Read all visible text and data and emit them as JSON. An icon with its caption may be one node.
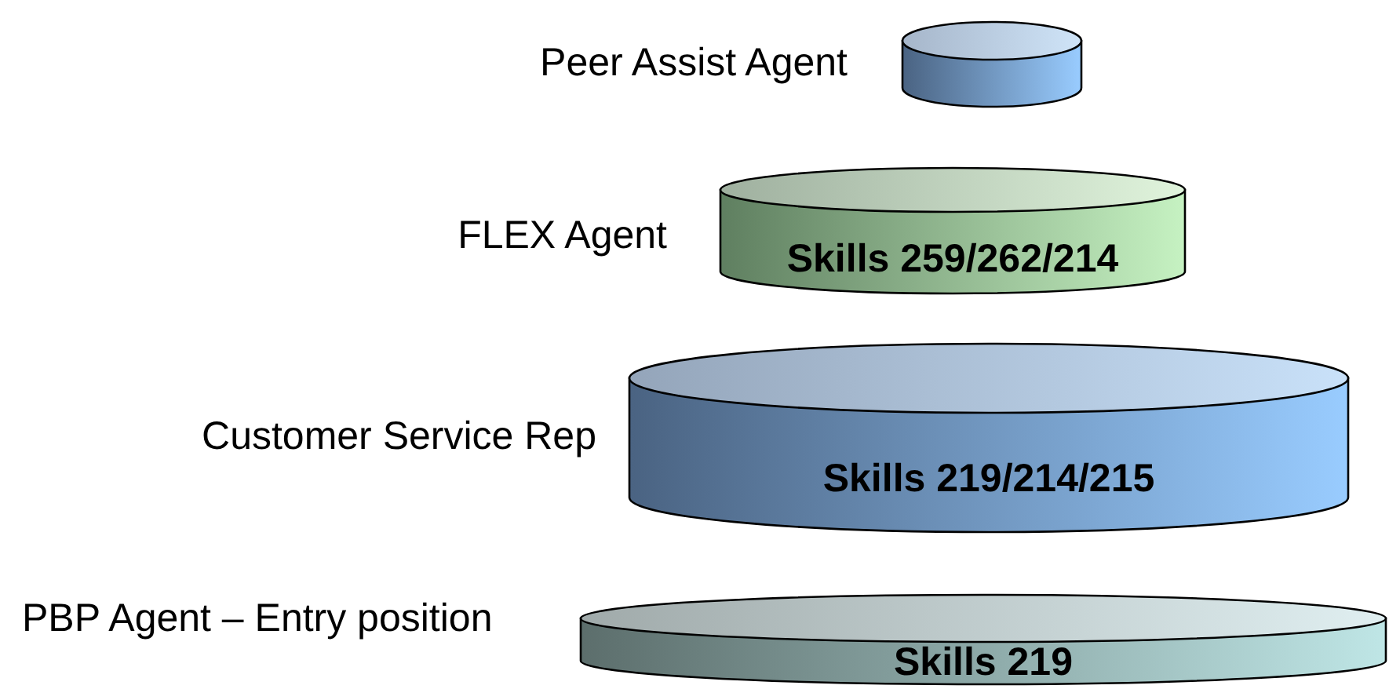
{
  "diagram": {
    "nodes": [
      {
        "text": [
          "Peer Assist Agent"
        ]
      },
      {
        "text": [
          "FLEX Agent",
          "Skills 259/262/214"
        ]
      },
      {
        "text": [
          "Customer Service Rep",
          "Skills 219/214/215"
        ]
      },
      {
        "text": [
          "PBP Agent – Entry position",
          "Skills 219"
        ]
      }
    ]
  }
}
